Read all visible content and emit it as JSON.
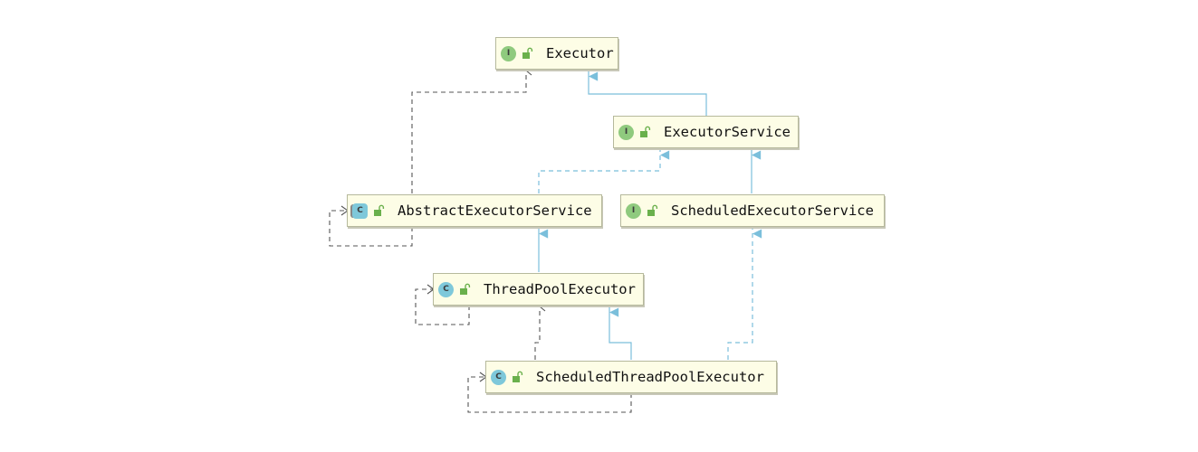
{
  "colors": {
    "extends": "#7bbfdb",
    "implements_dashed": "#7bbfdb",
    "dependency": "#555555",
    "interface_badge": "#8fca7e",
    "class_badge": "#7ec8da",
    "node_fill": "#fdfde6"
  },
  "nodes": {
    "executor": {
      "kind": "I",
      "name": "Executor",
      "icon": "interface-icon"
    },
    "executor_service": {
      "kind": "I",
      "name": "ExecutorService",
      "icon": "interface-icon"
    },
    "abstract_executor_service": {
      "kind": "C",
      "name": "AbstractExecutorService",
      "icon": "abstract-class-icon"
    },
    "scheduled_executor_service": {
      "kind": "I",
      "name": "ScheduledExecutorService",
      "icon": "interface-icon"
    },
    "thread_pool_executor": {
      "kind": "C",
      "name": "ThreadPoolExecutor",
      "icon": "class-icon"
    },
    "scheduled_thread_pool_executor": {
      "kind": "C",
      "name": "ScheduledThreadPoolExecutor",
      "icon": "class-icon"
    }
  }
}
